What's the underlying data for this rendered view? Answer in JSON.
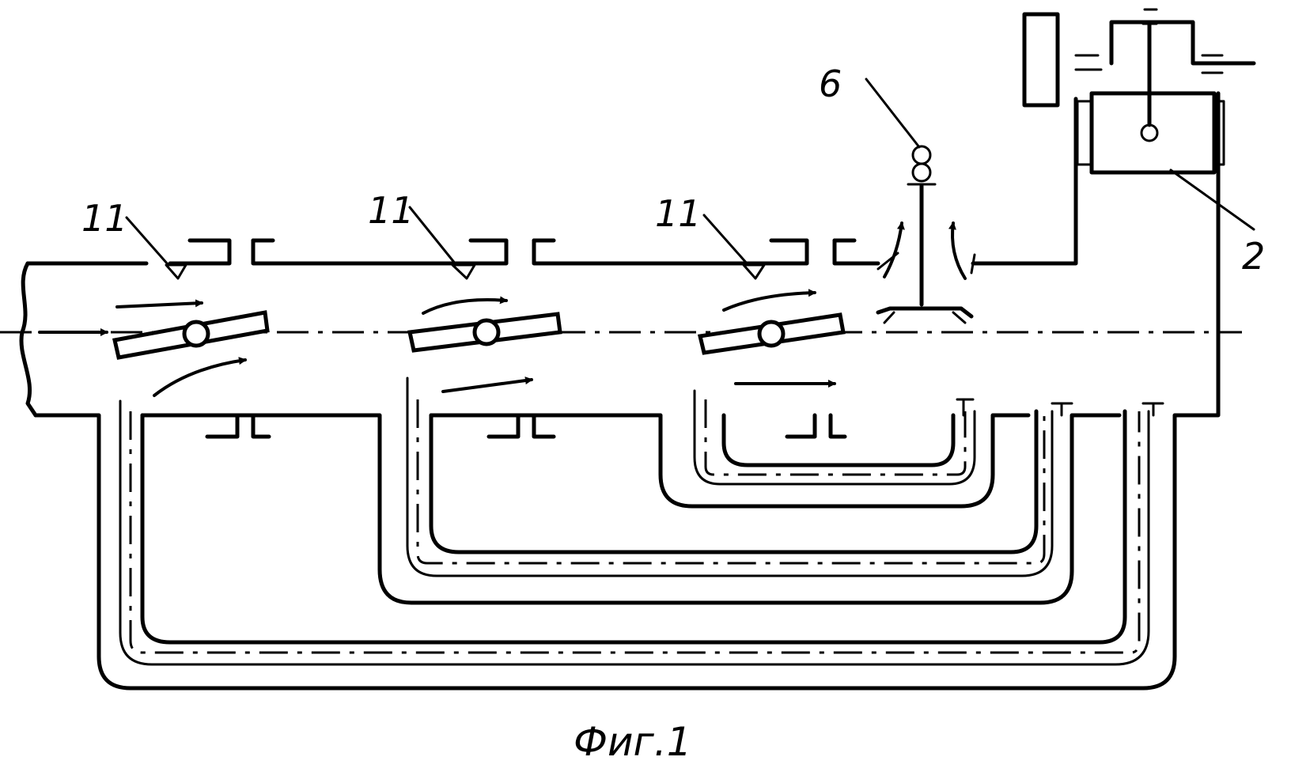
{
  "figure": {
    "caption": "Фиг.1",
    "labels": {
      "sensor_a": "11",
      "sensor_b": "11",
      "sensor_c": "11",
      "valve": "6",
      "unit": "2"
    }
  }
}
